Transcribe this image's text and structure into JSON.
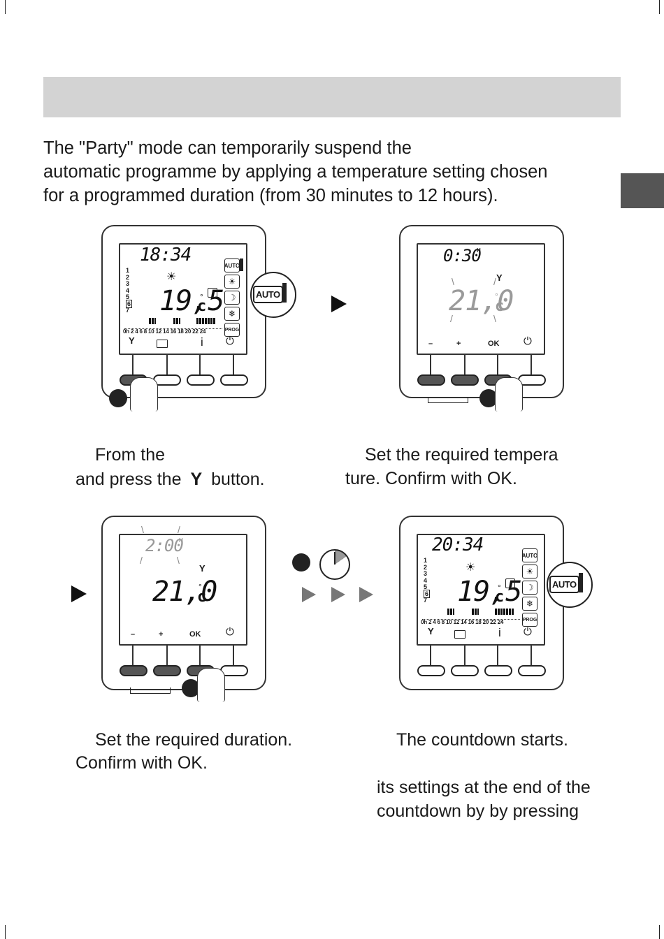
{
  "intro": {
    "line1": "The \"Party\" mode can temporarily suspend the",
    "line2": "automatic programme by applying a temperature setting chosen",
    "line3": "for a programmed duration (from 30 minutes to 12 hours)."
  },
  "captions": {
    "step1_line1": "From the",
    "step1_line2a": "and press the",
    "step1_line2b": "button.",
    "step2_line1": "Set the required tempera",
    "step2_line2": "ture. Confirm with OK.",
    "step3_line1": "Set the required duration.",
    "step3_line2": "Confirm with OK.",
    "step4_line1": "The countdown starts.",
    "step4_line2": "its settings at the end of the",
    "step4_line3": "countdown by by pressing"
  },
  "panel1": {
    "time": "18:34",
    "temp": "19,5",
    "unit": "c",
    "days": [
      "1",
      "2",
      "3",
      "4",
      "5",
      "6",
      "7"
    ],
    "active_day": "6",
    "hours": "0h  2   4   6   8  10 12 14 16 18 20 22 24",
    "info": "i",
    "modes": [
      "AUTO",
      "☀",
      "☽",
      "❄",
      "PROG"
    ]
  },
  "panel2": {
    "time": "0:30",
    "hour_mark": "H",
    "temp": "21,0",
    "unit": "c",
    "btn_minus": "–",
    "btn_plus": "+",
    "btn_ok": "OK"
  },
  "panel3": {
    "time": "2:00",
    "hour_mark": "H",
    "temp": "21,0",
    "unit": "c",
    "btn_minus": "–",
    "btn_plus": "+",
    "btn_ok": "OK"
  },
  "panel4": {
    "time": "20:34",
    "temp": "19,5",
    "unit": "c",
    "days": [
      "1",
      "2",
      "3",
      "4",
      "5",
      "6",
      "7"
    ],
    "active_day": "6",
    "hours": "0h  2   4   6   8  10 12 14 16 18 20 22 24",
    "info": "i",
    "modes": [
      "AUTO",
      "☀",
      "☽",
      "❄",
      "PROG"
    ]
  },
  "auto_label": "AUTO",
  "degree": "°"
}
